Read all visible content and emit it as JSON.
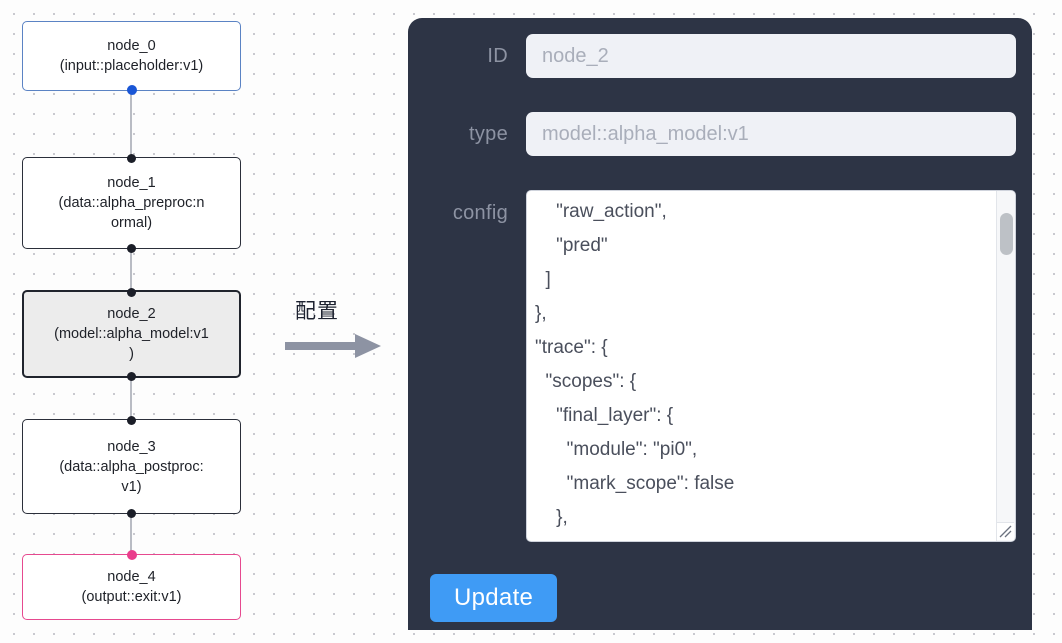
{
  "canvas": {
    "nodes": [
      {
        "id": "node_0",
        "type": "(input::placeholder:v1)",
        "label": "node_0\n(input::placeholder:v1)",
        "state": "input"
      },
      {
        "id": "node_1",
        "type": "(data::alpha_preproc:normal)",
        "label": "node_1\n(data::alpha_preproc:n\normal)",
        "state": "default"
      },
      {
        "id": "node_2",
        "type": "(model::alpha_model:v1)",
        "label": "node_2\n(model::alpha_model:v1\n)",
        "state": "selected"
      },
      {
        "id": "node_3",
        "type": "(data::alpha_postproc:v1)",
        "label": "node_3\n(data::alpha_postproc:\nv1)",
        "state": "default"
      },
      {
        "id": "node_4",
        "type": "(output::exit:v1)",
        "label": "node_4\n(output::exit:v1)",
        "state": "output"
      }
    ],
    "colors": {
      "input_border": "#5b83c4",
      "selected_fill": "#ececec",
      "output_border": "#e6498f",
      "handle": "#1b1e28",
      "handle_source": "#1a56d6",
      "handle_target_output": "#ea3d8c",
      "edge": "#b9bcc4"
    }
  },
  "arrow": {
    "label": "配置"
  },
  "panel": {
    "background": "#2d3445",
    "fields": {
      "id": {
        "label": "ID",
        "value": "node_2",
        "placeholder": "node_2"
      },
      "type": {
        "label": "type",
        "value": "model::alpha_model:v1",
        "placeholder": "model::alpha_model:v1"
      },
      "config": {
        "label": "config",
        "value": "    \"raw_action\",\n    \"pred\"\n  ]\n},\n\"trace\": {\n  \"scopes\": {\n    \"final_layer\": {\n      \"module\": \"pi0\",\n      \"mark_scope\": false\n    },\n    \"action_model\": {"
      }
    },
    "update_button": {
      "label": "Update",
      "color": "#3f9bf5"
    }
  }
}
